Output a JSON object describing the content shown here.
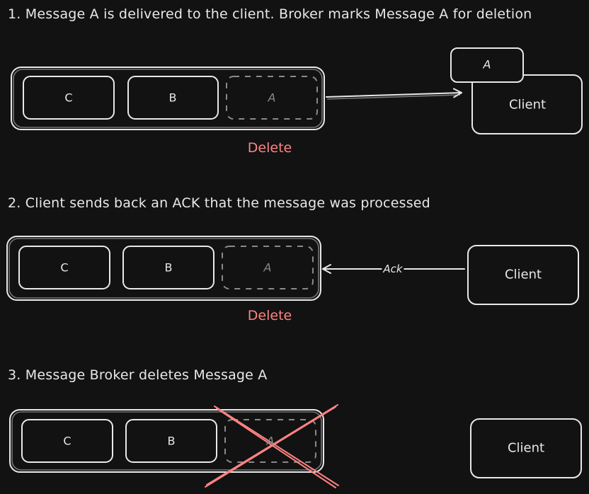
{
  "steps": {
    "step1": "1. Message A is delivered to the client. Broker marks Message A for deletion",
    "step2": "2. Client sends back an ACK that the message was processed",
    "step3": "3. Message Broker deletes Message A"
  },
  "queue": {
    "message_c": "C",
    "message_b": "B",
    "message_a": "A"
  },
  "client_label": "Client",
  "delivered_message": "A",
  "delete_label": "Delete",
  "ack_label": "Ack",
  "colors": {
    "background": "#121212",
    "stroke": "#e8e8e8",
    "dashed": "#8a8a8a",
    "delete": "#ff8383"
  }
}
